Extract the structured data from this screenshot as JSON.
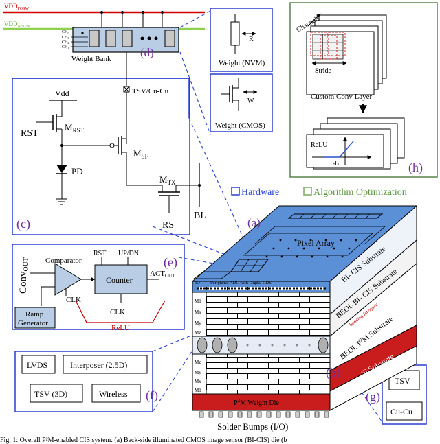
{
  "rails": {
    "vdd_posw": "VDD",
    "vdd_posw_sub": "POSW",
    "vdd_negw": "VDD",
    "vdd_negw_sub": "NEGW"
  },
  "weight_bank": {
    "label": "Weight Bank",
    "tag": "(d)",
    "channels": [
      {
        "base": "CH",
        "sub": "N"
      },
      {
        "base": "CH",
        "sub": "3"
      },
      {
        "base": "CH",
        "sub": "2"
      },
      {
        "base": "CH",
        "sub": "1"
      }
    ]
  },
  "nvm": {
    "label": "Weight (NVM)",
    "r": "R"
  },
  "cmos": {
    "label": "Weight (CMOS)",
    "w": "W"
  },
  "pixel": {
    "tag": "(c)",
    "vdd": "Vdd",
    "rst": "RST",
    "pd": "PD",
    "bl": "BL",
    "rs": "RS",
    "m_rst": "M",
    "m_rst_sub": "RST",
    "m_sf": "M",
    "m_sf_sub": "SF",
    "m_tx": "M",
    "m_tx_sub": "TX",
    "tsv": "TSV/Cu-Cu"
  },
  "conv_layer": {
    "tag": "(h)",
    "channels": "Channels",
    "stride": "Stride",
    "title": "Custom Conv Layer",
    "relu": "ReLU",
    "neg_b": "-B"
  },
  "legend": {
    "hardware": "Hardware",
    "algorithm": "Algorithm Optimization"
  },
  "adc": {
    "tag": "(e)",
    "conv": "Conv",
    "conv_sub": "OUT",
    "comparator": "Comparator",
    "rst": "RST",
    "updn": "UP/DN",
    "counter": "Counter",
    "act": "ACT",
    "act_sub": "OUT",
    "clk1": "CLK",
    "clk2": "CLK",
    "ramp1": "Ramp",
    "ramp2": "Generator",
    "relu": "ReLU"
  },
  "interfaces": {
    "tag": "(f)",
    "lvds": "LVDS",
    "interposer": "Interposer (2.5D)",
    "tsv": "TSV (3D)",
    "wireless": "Wireless"
  },
  "bonds": {
    "tag": "(g)",
    "tsv": "TSV",
    "cucu": "Cu-Cu"
  },
  "stack": {
    "tag_a": "(a)",
    "tag_b": "(b)",
    "pixel_array": "Pixel Array",
    "peripheral": "Peripheral ADC with Digital CDS",
    "io": "IO",
    "bi_cis": "BI- CIS Substrate",
    "beol_bi_cis": "BEOL BI- CIS Substrate",
    "bonding": "Bonding Interface",
    "beol_p2m_pre": "BEOL P",
    "beol_p2m_sup": "2",
    "beol_p2m_post": "M Substrate",
    "si": "Si Substrate",
    "weight_die_pre": "P",
    "weight_die_sup": "2",
    "weight_die_post": "M Weight Die",
    "solder": "Solder Bumps (I/O)",
    "metal_top": [
      "M1",
      "Mx",
      "My",
      "Mz"
    ],
    "metal_bottom": [
      "Mz",
      "My",
      "Mx",
      "M1"
    ]
  },
  "caption": "Fig. 1: Overall P²M-enabled CIS system. (a) Back-side illuminated CMOS image sensor (BI-CIS) die (b"
}
